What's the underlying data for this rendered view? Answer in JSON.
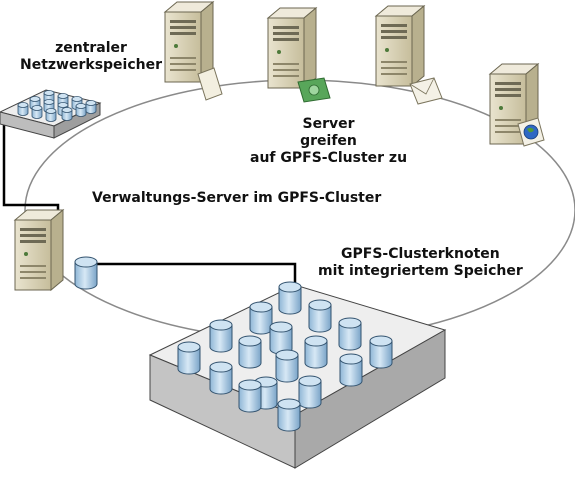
{
  "colors": {
    "ring": "#8a8a8a",
    "cable": "#000000",
    "server_body": "#d8d2b8",
    "server_front": "#c7bf9f",
    "storage_top": "#ededed",
    "storage_side": "#bdbdbd",
    "disk": "#aecde6"
  },
  "labels": {
    "nas": [
      "zentraler",
      "Netzwerkspeicher"
    ],
    "servers_access": [
      "Server",
      "greifen",
      "auf GPFS-Cluster zu"
    ],
    "mgmt_server": "Verwaltungs-Server im GPFS-Cluster",
    "cluster_nodes": [
      "GPFS-Clusterknoten",
      "mit integriertem Speicher"
    ]
  },
  "icons": {
    "server_1_badge": "document-icon",
    "server_2_badge": "money-icon",
    "server_3_badge": "mail-icon",
    "server_4_badge": "globe-icon"
  }
}
